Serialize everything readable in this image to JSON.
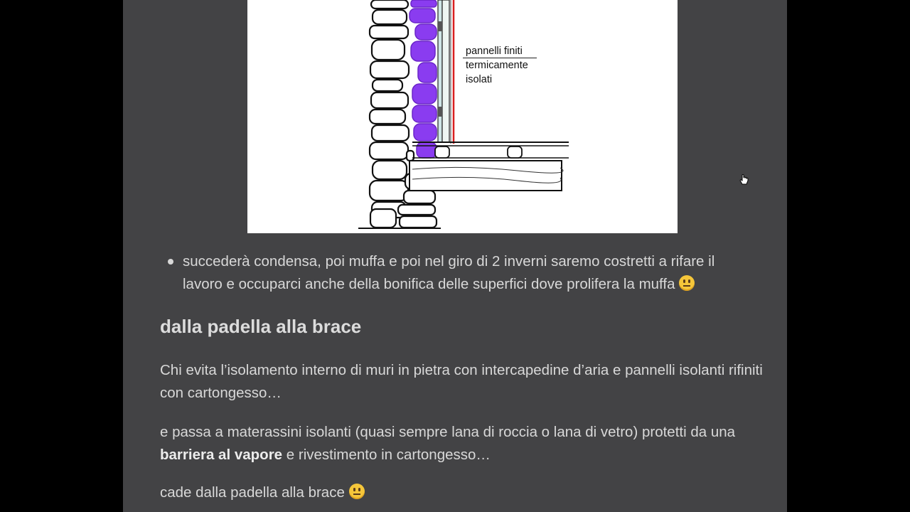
{
  "figure": {
    "caption_lines": [
      "pannelli finiti",
      "termicamente",
      "isolati"
    ]
  },
  "bullets": [
    {
      "text": "succederà condensa, poi muffa e poi nel giro di 2 inverni saremo costretti a rifare il lavoro e occuparci anche della bonifica delle superfici dove prolifera la muffa"
    }
  ],
  "heading": "dalla padella alla brace",
  "paragraphs": {
    "p1": "Chi evita l’isolamento interno di muri in pietra con intercapedine d’aria e pannelli isolanti rifiniti con cartongesso…",
    "p2_before": "e passa a materassini isolanti (quasi sempre lana di roccia o lana di vetro) protetti da una ",
    "p2_bold": "barriera al vapore",
    "p2_after": " e rivestimento in cartongesso…",
    "p3": "cade dalla padella alla brace"
  },
  "colors": {
    "background": "#000000",
    "page": "#434345",
    "text": "#d8d8d8",
    "insulation": "#8a3cf0",
    "finish_line": "#d81f1f"
  },
  "icons": [
    "neutral-face-emoji",
    "hand-cursor-icon"
  ]
}
